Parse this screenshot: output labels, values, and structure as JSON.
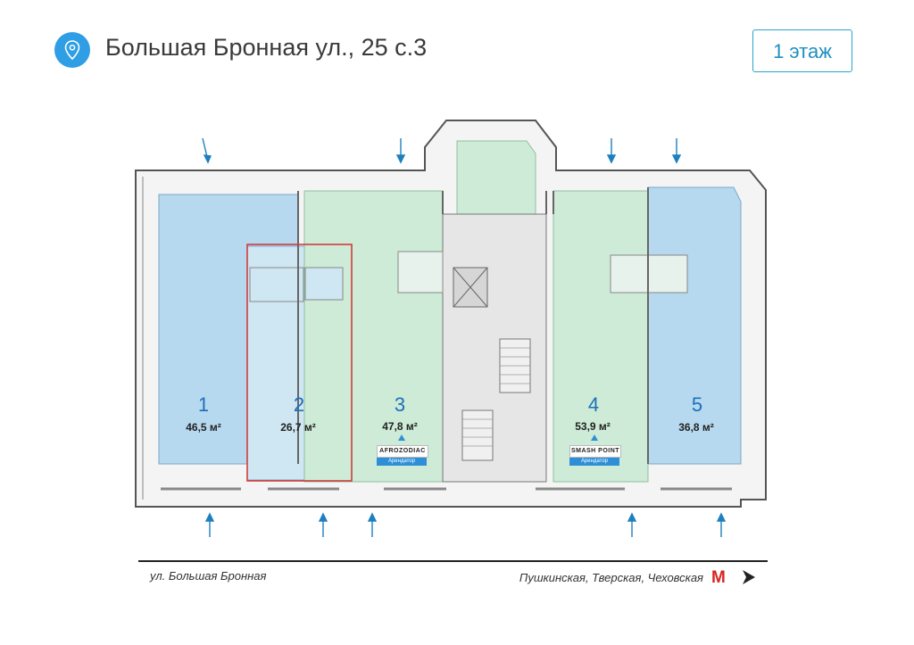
{
  "header": {
    "address": "Большая Бронная ул., 25 с.3",
    "floor_button": "1 этаж"
  },
  "icons": {
    "location": "map-pin-icon",
    "direction": "arrow-right-icon"
  },
  "colors": {
    "accent": "#2f9ee5",
    "unit_blue": "#b6d9ef",
    "unit_blue_light": "#cfe6f3",
    "unit_green": "#cdebd7",
    "core_gray": "#e6e6e6",
    "highlight": "#d23b3b",
    "metro": "#d7251f"
  },
  "units": [
    {
      "number": "1",
      "area": "46,5 м²"
    },
    {
      "number": "2",
      "area": "26,7 м²",
      "highlighted": true
    },
    {
      "number": "3",
      "area": "47,8 м²",
      "tenant": "AFROZODIAC",
      "tenant_status": "Арендатор"
    },
    {
      "number": "4",
      "area": "53,9 м²",
      "tenant": "SMASH POINT",
      "tenant_status": "Арендатор"
    },
    {
      "number": "5",
      "area": "36,8 м²"
    }
  ],
  "footer": {
    "street": "ул. Большая Бронная",
    "metro_stations": "Пушкинская, Тверская, Чеховская",
    "metro_logo": "M"
  }
}
